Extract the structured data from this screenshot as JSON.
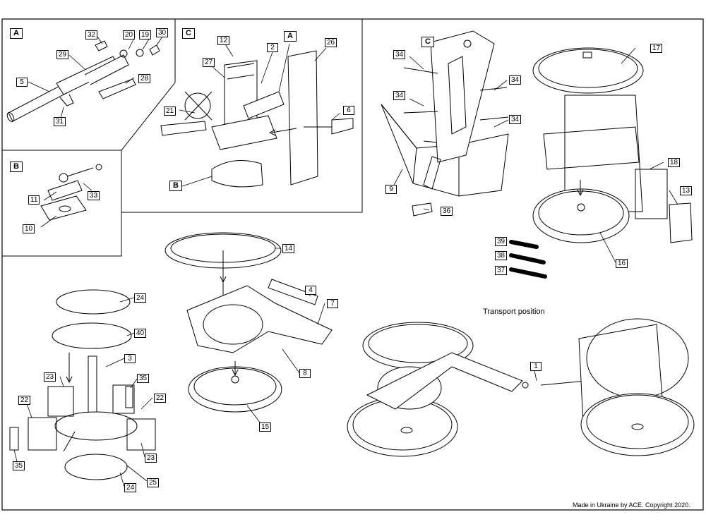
{
  "labels": {
    "A": "A",
    "B": "B",
    "C": "C",
    "n1": "1",
    "n3": "3",
    "n4": "4",
    "n5": "5",
    "n6": "6",
    "n7": "7",
    "n8": "8",
    "n9": "9",
    "n10": "10",
    "n11": "11",
    "n12": "12",
    "n13": "13",
    "n14": "14",
    "n15": "15",
    "n16": "16",
    "n17": "17",
    "n18": "18",
    "n19": "19",
    "n2": "2",
    "n20": "20",
    "n21": "21",
    "n22": "22",
    "n23": "23",
    "n24": "24",
    "n25": "25",
    "n26": "26",
    "n27": "27",
    "n28": "28",
    "n29": "29",
    "n30": "30",
    "n31": "31",
    "n32": "32",
    "n33": "33",
    "n34": "34",
    "n35": "35",
    "n36": "36",
    "n37": "37",
    "n38": "38",
    "n39": "39",
    "n40": "40"
  },
  "transport_title": "Transport position",
  "copyright": "Made in Ukraine by ACE. Copyright 2020."
}
